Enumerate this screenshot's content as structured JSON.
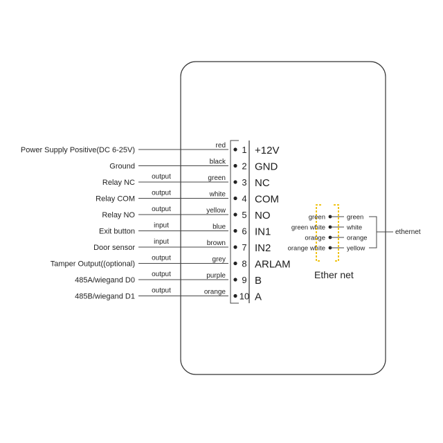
{
  "terminals": [
    {
      "pin": "1",
      "terminal": "+12V",
      "color": "red",
      "device": "Power Supply Positive(DC 6-25V)",
      "note": ""
    },
    {
      "pin": "2",
      "terminal": "GND",
      "color": "black",
      "device": "Ground",
      "note": ""
    },
    {
      "pin": "3",
      "terminal": "NC",
      "color": "green",
      "device": "Relay NC",
      "note": "output"
    },
    {
      "pin": "4",
      "terminal": "COM",
      "color": "white",
      "device": "Relay COM",
      "note": "output"
    },
    {
      "pin": "5",
      "terminal": "NO",
      "color": "yellow",
      "device": "Relay NO",
      "note": "output"
    },
    {
      "pin": "6",
      "terminal": "IN1",
      "color": "blue",
      "device": "Exit button",
      "note": "input"
    },
    {
      "pin": "7",
      "terminal": "IN2",
      "color": "brown",
      "device": "Door sensor",
      "note": "input"
    },
    {
      "pin": "8",
      "terminal": "ARLAM",
      "color": "grey",
      "device": "Tamper Output((optional)",
      "note": "output"
    },
    {
      "pin": "9",
      "terminal": "B",
      "color": "purple",
      "device": "485A/wiegand D0",
      "note": "output"
    },
    {
      "pin": "10",
      "terminal": "A",
      "color": "orange",
      "device": "485B/wiegand D1",
      "note": "output"
    }
  ],
  "ethernet": {
    "title": "Ether net",
    "cable_label": "ethernet",
    "bracket_color": "#f0c419",
    "left": [
      "green",
      "green white",
      "orange",
      "orange white"
    ],
    "right": [
      "green",
      "white",
      "orange",
      "yellow"
    ]
  }
}
